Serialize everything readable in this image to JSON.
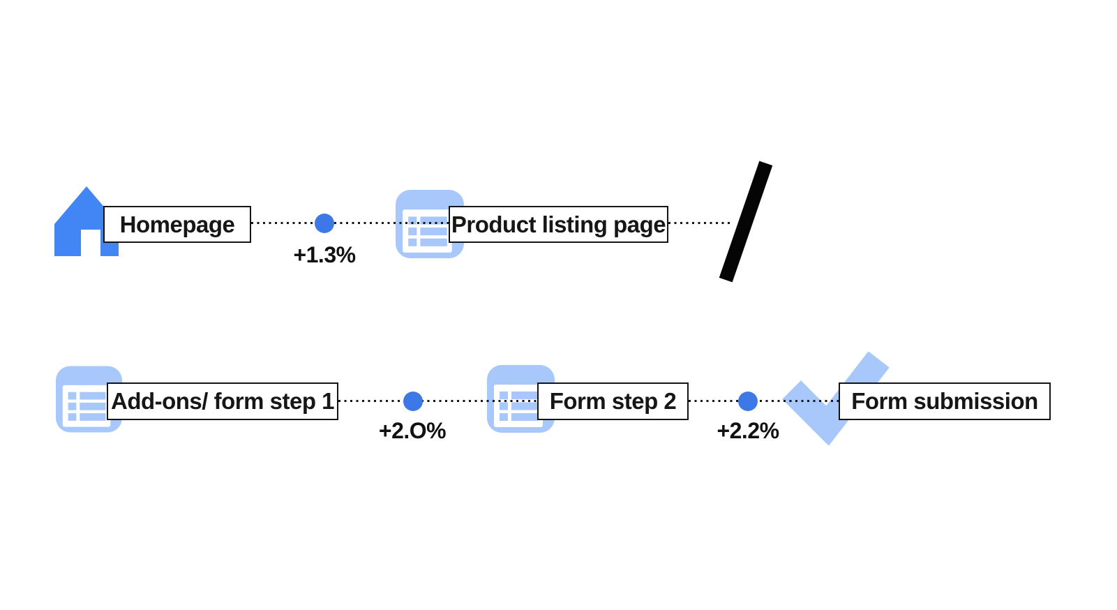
{
  "diagram_type": "user-flow-steps",
  "steps": {
    "homepage": {
      "label": "Homepage",
      "icon": "home-icon"
    },
    "product_listing_page": {
      "label": "Product listing page",
      "icon": "list-icon"
    },
    "addons_form_step_1": {
      "label": "Add-ons/ form step 1",
      "icon": "list-icon"
    },
    "form_step_2": {
      "label": "Form step 2",
      "icon": "list-icon"
    },
    "form_submission": {
      "label": "Form submission",
      "icon": "check-icon"
    }
  },
  "transitions": {
    "homepage_to_product_listing": {
      "delta": "+1.3%"
    },
    "addons_to_form_step_2": {
      "delta": "+2.O%"
    },
    "form_step_2_to_submission": {
      "delta": "+2.2%"
    }
  },
  "line_break": {
    "symbol": "slash"
  },
  "colors": {
    "primary_blue": "#4285F4",
    "dot_blue": "#3C79E6",
    "light_blue": "#A8C7FA",
    "line_black": "#151515",
    "text_black": "#161616",
    "background": "#FFFFFF"
  }
}
